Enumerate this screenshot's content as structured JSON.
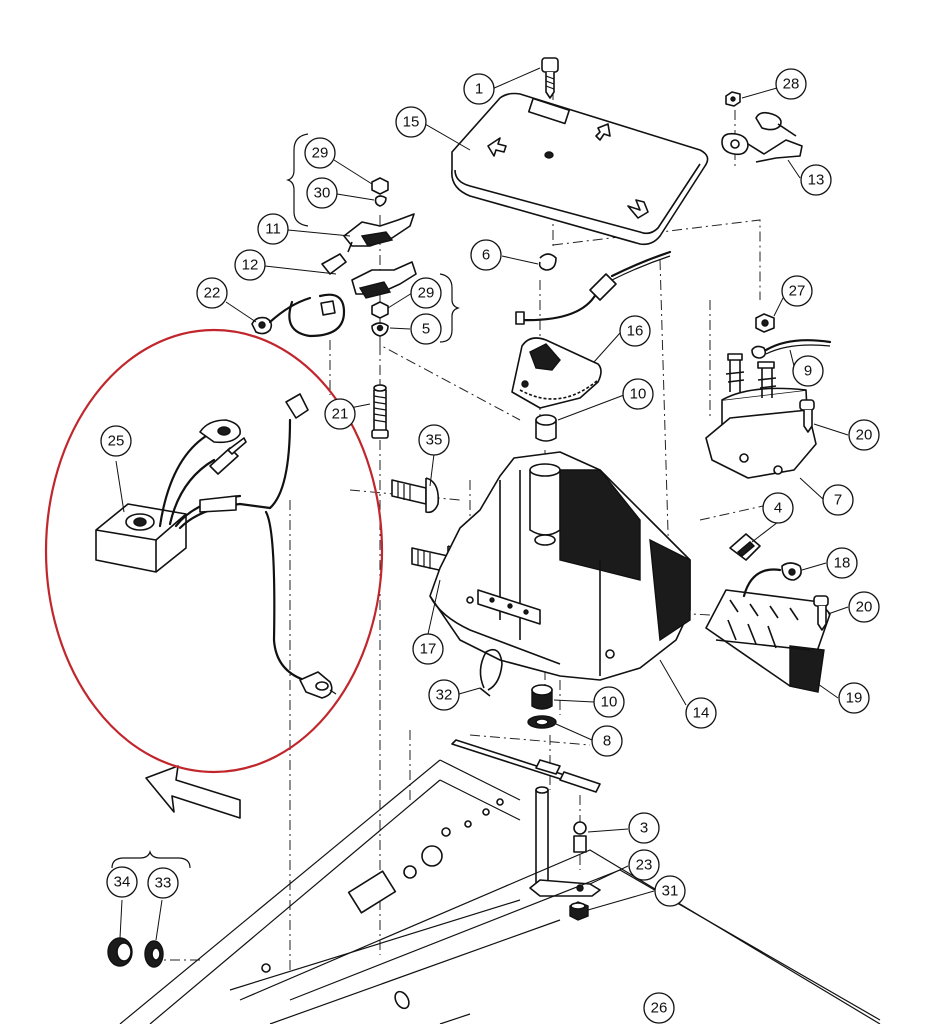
{
  "diagram": {
    "highlight_color": "#c0262c",
    "line_color": "#111111",
    "callouts": [
      {
        "id": "c1",
        "label": "1"
      },
      {
        "id": "c15",
        "label": "15"
      },
      {
        "id": "c28",
        "label": "28"
      },
      {
        "id": "c13",
        "label": "13"
      },
      {
        "id": "c29a",
        "label": "29"
      },
      {
        "id": "c30",
        "label": "30"
      },
      {
        "id": "c11",
        "label": "11"
      },
      {
        "id": "c12",
        "label": "12"
      },
      {
        "id": "c22",
        "label": "22"
      },
      {
        "id": "c29b",
        "label": "29"
      },
      {
        "id": "c5",
        "label": "5"
      },
      {
        "id": "c6",
        "label": "6"
      },
      {
        "id": "c16",
        "label": "16"
      },
      {
        "id": "c27",
        "label": "27"
      },
      {
        "id": "c9",
        "label": "9"
      },
      {
        "id": "c10a",
        "label": "10"
      },
      {
        "id": "c20a",
        "label": "20"
      },
      {
        "id": "c21",
        "label": "21"
      },
      {
        "id": "c25",
        "label": "25"
      },
      {
        "id": "c35",
        "label": "35"
      },
      {
        "id": "c7",
        "label": "7"
      },
      {
        "id": "c4",
        "label": "4"
      },
      {
        "id": "c18",
        "label": "18"
      },
      {
        "id": "c20b",
        "label": "20"
      },
      {
        "id": "c17",
        "label": "17"
      },
      {
        "id": "c19",
        "label": "19"
      },
      {
        "id": "c32",
        "label": "32"
      },
      {
        "id": "c10b",
        "label": "10"
      },
      {
        "id": "c14",
        "label": "14"
      },
      {
        "id": "c8",
        "label": "8"
      },
      {
        "id": "c3",
        "label": "3"
      },
      {
        "id": "c23",
        "label": "23"
      },
      {
        "id": "c34",
        "label": "34"
      },
      {
        "id": "c33",
        "label": "33"
      },
      {
        "id": "c31",
        "label": "31"
      },
      {
        "id": "c26",
        "label": "26"
      }
    ]
  }
}
